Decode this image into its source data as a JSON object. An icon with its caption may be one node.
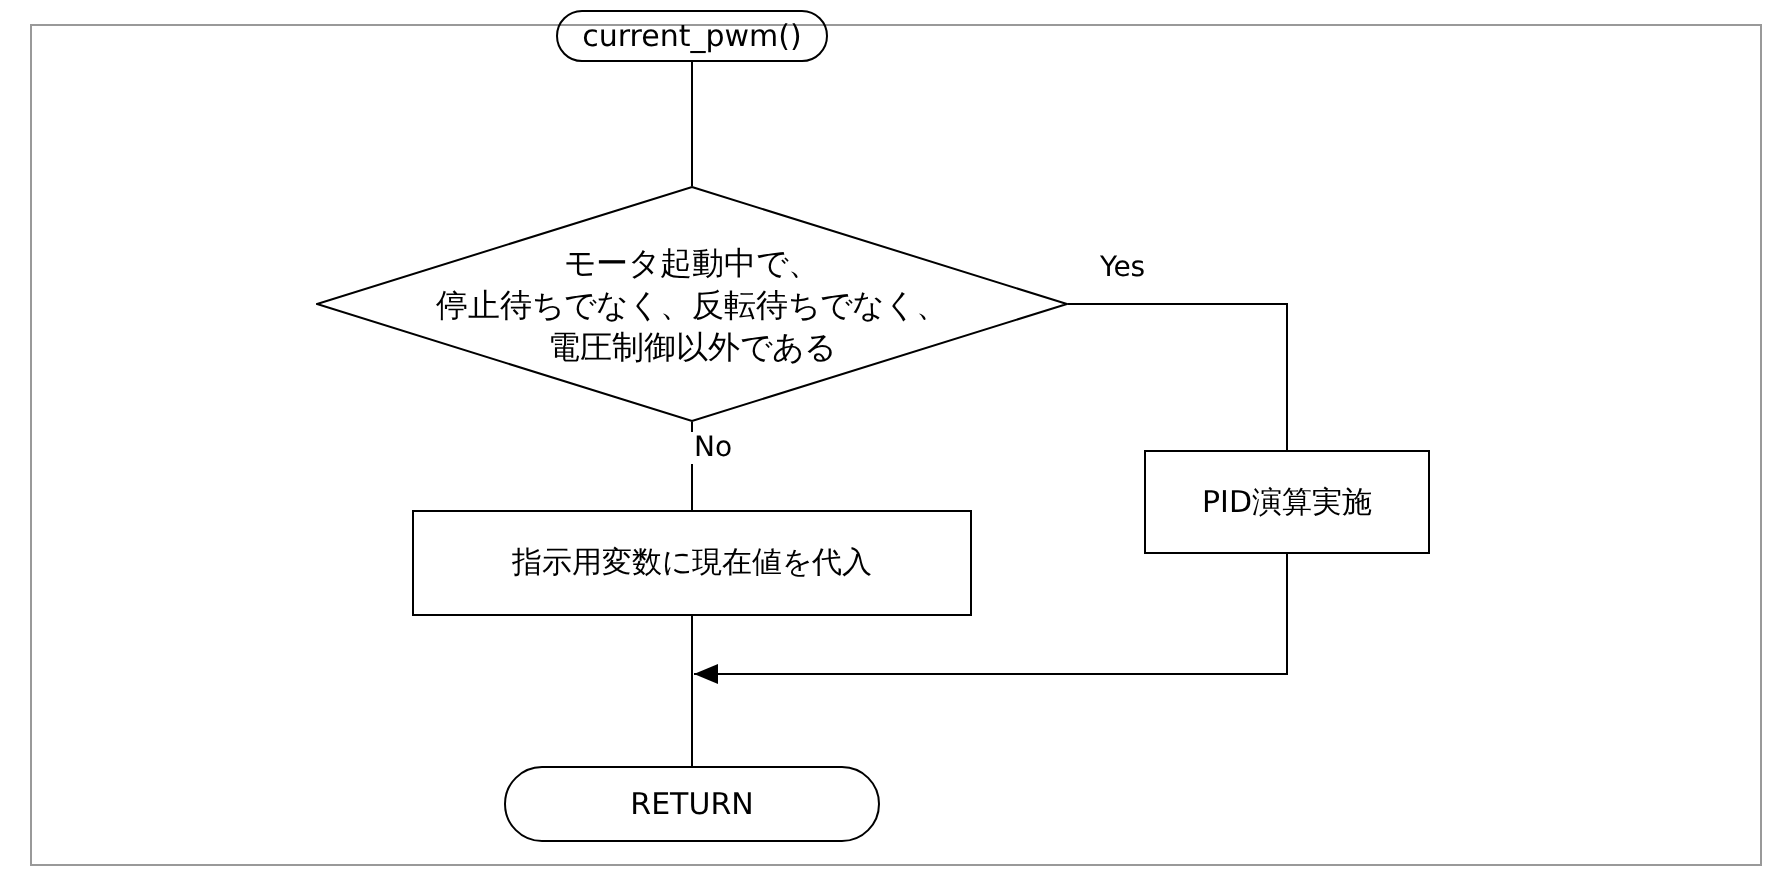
{
  "diagram": {
    "nodes": [
      {
        "text": [
          "current_pwm()"
        ]
      },
      {
        "text": [
          "モータ起動中で、停止待ちでなく、反転待ちでなく、電圧制御以外である"
        ]
      },
      {
        "text": [
          "指示用変数に現在値を代入"
        ]
      },
      {
        "text": [
          "PID演算実施"
        ]
      },
      {
        "text": [
          "RETURN"
        ]
      }
    ],
    "edges": [
      {
        "from": 0,
        "to": 1,
        "arrow": "none"
      },
      {
        "from": 1,
        "to": 2,
        "arrow": "none",
        "label": "No"
      },
      {
        "from": 1,
        "to": 3,
        "arrow": "none",
        "label": "Yes"
      },
      {
        "from": 2,
        "to": 4,
        "arrow": "none"
      },
      {
        "from": 3,
        "to": null,
        "arrow": "to"
      }
    ]
  }
}
